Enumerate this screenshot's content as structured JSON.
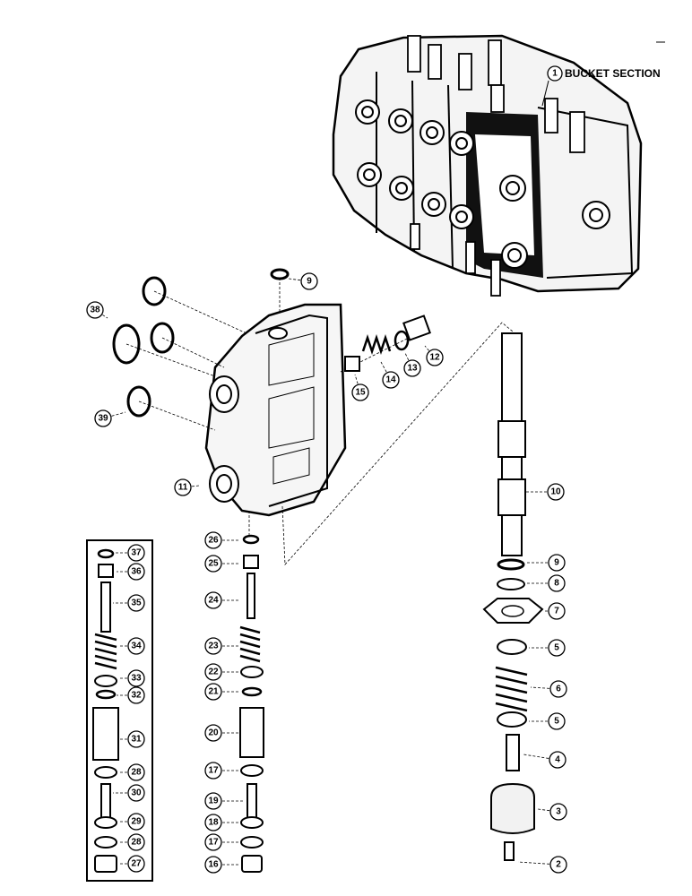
{
  "title": "BUCKET SECTION",
  "title_callout": "1",
  "callouts": [
    {
      "id": "c9top",
      "text": "9"
    },
    {
      "id": "c38",
      "text": "38"
    },
    {
      "id": "c39",
      "text": "39"
    },
    {
      "id": "c11",
      "text": "11"
    },
    {
      "id": "c12",
      "text": "12"
    },
    {
      "id": "c13",
      "text": "13"
    },
    {
      "id": "c14",
      "text": "14"
    },
    {
      "id": "c15",
      "text": "15"
    },
    {
      "id": "c10",
      "text": "10"
    },
    {
      "id": "c9",
      "text": "9"
    },
    {
      "id": "c8",
      "text": "8"
    },
    {
      "id": "c7",
      "text": "7"
    },
    {
      "id": "c5a",
      "text": "5"
    },
    {
      "id": "c6",
      "text": "6"
    },
    {
      "id": "c5b",
      "text": "5"
    },
    {
      "id": "c4",
      "text": "4"
    },
    {
      "id": "c3",
      "text": "3"
    },
    {
      "id": "c2",
      "text": "2"
    },
    {
      "id": "c26",
      "text": "26"
    },
    {
      "id": "c25",
      "text": "25"
    },
    {
      "id": "c24",
      "text": "24"
    },
    {
      "id": "c23",
      "text": "23"
    },
    {
      "id": "c22",
      "text": "22"
    },
    {
      "id": "c21",
      "text": "21"
    },
    {
      "id": "c20",
      "text": "20"
    },
    {
      "id": "c17a",
      "text": "17"
    },
    {
      "id": "c19",
      "text": "19"
    },
    {
      "id": "c18",
      "text": "18"
    },
    {
      "id": "c17b",
      "text": "17"
    },
    {
      "id": "c16",
      "text": "16"
    },
    {
      "id": "c37",
      "text": "37"
    },
    {
      "id": "c36",
      "text": "36"
    },
    {
      "id": "c35",
      "text": "35"
    },
    {
      "id": "c34",
      "text": "34"
    },
    {
      "id": "c33",
      "text": "33"
    },
    {
      "id": "c32",
      "text": "32"
    },
    {
      "id": "c31",
      "text": "31"
    },
    {
      "id": "c28a",
      "text": "28"
    },
    {
      "id": "c30",
      "text": "30"
    },
    {
      "id": "c29",
      "text": "29"
    },
    {
      "id": "c28b",
      "text": "28"
    },
    {
      "id": "c27",
      "text": "27"
    }
  ]
}
